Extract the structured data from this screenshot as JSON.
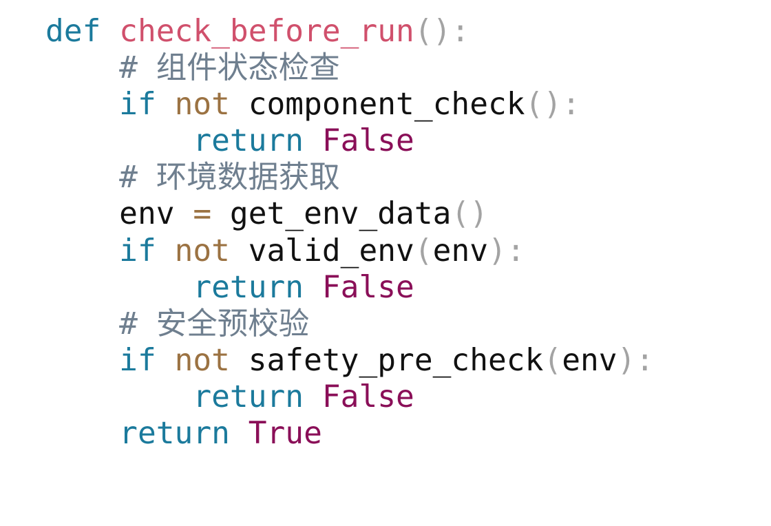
{
  "code": {
    "language": "python",
    "colors": {
      "kw": "#1b7a9c",
      "op": "#9b7242",
      "fn": "#d0506c",
      "cm": "#6f7f8f",
      "const": "#8a0f58",
      "punc": "#a3a3a3",
      "plain": "#111111"
    },
    "lines": [
      [
        [
          "kw",
          "def"
        ],
        [
          "plain",
          " "
        ],
        [
          "fn",
          "check_before_run"
        ],
        [
          "punc",
          "():"
        ]
      ],
      [
        [
          "plain",
          "    "
        ],
        [
          "cm",
          "# 组件状态检查"
        ]
      ],
      [
        [
          "plain",
          "    "
        ],
        [
          "kw",
          "if"
        ],
        [
          "plain",
          " "
        ],
        [
          "op",
          "not"
        ],
        [
          "plain",
          " component_check"
        ],
        [
          "punc",
          "():"
        ]
      ],
      [
        [
          "plain",
          "        "
        ],
        [
          "kw",
          "return"
        ],
        [
          "plain",
          " "
        ],
        [
          "const",
          "False"
        ]
      ],
      [
        [
          "plain",
          "    "
        ],
        [
          "cm",
          "# 环境数据获取"
        ]
      ],
      [
        [
          "plain",
          "    env "
        ],
        [
          "op",
          "="
        ],
        [
          "plain",
          " get_env_data"
        ],
        [
          "punc",
          "()"
        ]
      ],
      [
        [
          "plain",
          "    "
        ],
        [
          "kw",
          "if"
        ],
        [
          "plain",
          " "
        ],
        [
          "op",
          "not"
        ],
        [
          "plain",
          " valid_env"
        ],
        [
          "punc",
          "("
        ],
        [
          "plain",
          "env"
        ],
        [
          "punc",
          "):"
        ]
      ],
      [
        [
          "plain",
          "        "
        ],
        [
          "kw",
          "return"
        ],
        [
          "plain",
          " "
        ],
        [
          "const",
          "False"
        ]
      ],
      [
        [
          "plain",
          "    "
        ],
        [
          "cm",
          "# 安全预校验"
        ]
      ],
      [
        [
          "plain",
          "    "
        ],
        [
          "kw",
          "if"
        ],
        [
          "plain",
          " "
        ],
        [
          "op",
          "not"
        ],
        [
          "plain",
          " safety_pre_check"
        ],
        [
          "punc",
          "("
        ],
        [
          "plain",
          "env"
        ],
        [
          "punc",
          "):"
        ]
      ],
      [
        [
          "plain",
          "        "
        ],
        [
          "kw",
          "return"
        ],
        [
          "plain",
          " "
        ],
        [
          "const",
          "False"
        ]
      ],
      [
        [
          "plain",
          "    "
        ],
        [
          "kw",
          "return"
        ],
        [
          "plain",
          " "
        ],
        [
          "const",
          "True"
        ]
      ]
    ]
  }
}
